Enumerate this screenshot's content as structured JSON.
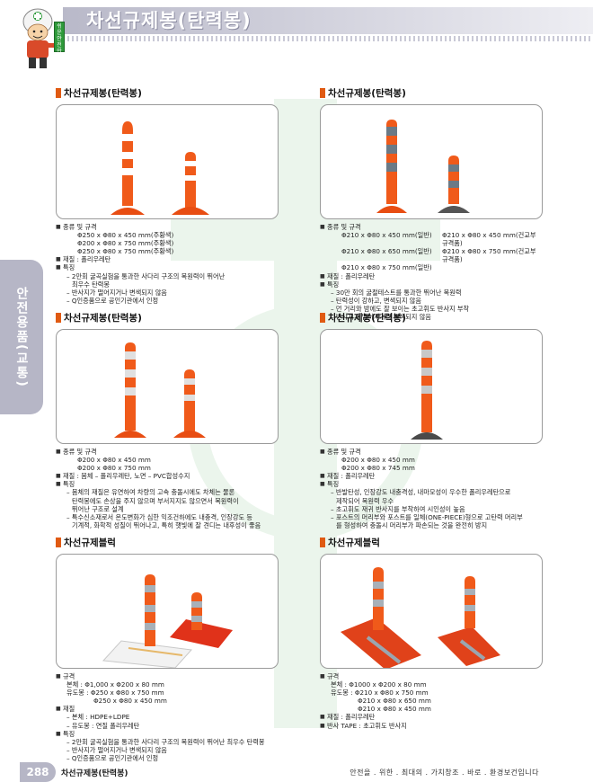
{
  "header": {
    "title": "차선규제봉(탄력봉)",
    "mascot_sign": "쉬운안전 만든안전"
  },
  "side_tab": {
    "label": "안전용품(교통)"
  },
  "sections": [
    {
      "title": "차선규제봉(탄력봉)",
      "specs": [
        {
          "t": "h",
          "v": "종류 및 규격"
        },
        {
          "t": "i",
          "v": "Φ250 x Φ80 x 450 mm(주황색)"
        },
        {
          "t": "i",
          "v": "Φ200 x Φ80 x 750 mm(주황색)"
        },
        {
          "t": "i",
          "v": "Φ250 x Φ80 x 750 mm(주황색)"
        },
        {
          "t": "h",
          "v": "재질 : 폴리우레탄"
        },
        {
          "t": "h",
          "v": "특징"
        },
        {
          "t": "d",
          "v": "– 2만회 굴곡실험을 통과한 사다리 구조의 복원력이 뛰어난"
        },
        {
          "t": "c",
          "v": "최우수 탄력봉"
        },
        {
          "t": "d",
          "v": "– 반사지가 떨어지거나 변색되지 않음"
        },
        {
          "t": "d",
          "v": "– Q인증품으로 공인기관에서 인정"
        }
      ]
    },
    {
      "title": "차선규제봉(탄력봉)",
      "specs": [
        {
          "t": "h",
          "v": "종류 및 규격"
        },
        {
          "t": "r",
          "a": "Φ210 x Φ80 x 450 mm(일반)",
          "b": "Φ210 x Φ80 x 450 mm(건교부 규격품)"
        },
        {
          "t": "r",
          "a": "Φ210 x Φ80 x 650 mm(일반)",
          "b": "Φ210 x Φ80 x 750 mm(건교부 규격품)"
        },
        {
          "t": "i",
          "v": "Φ210 x Φ80 x 750 mm(일반)"
        },
        {
          "t": "h",
          "v": "재질 : 폴리우레탄"
        },
        {
          "t": "h",
          "v": "특징"
        },
        {
          "t": "d",
          "v": "– 30만 회의 굴절테스트를 통과한 뛰어난 복원력"
        },
        {
          "t": "d",
          "v": "– 탄력성이 강하고, 변색되지 않음"
        },
        {
          "t": "d",
          "v": "– 먼 거리와 밤에도 잘 보이는 초고휘도 반사지 부착"
        },
        {
          "t": "d",
          "v": "– 반사지가 떨어지거나 변색되지 않음"
        }
      ]
    },
    {
      "title": "차선규제봉(탄력봉)",
      "specs": [
        {
          "t": "h",
          "v": "종류 및 규격"
        },
        {
          "t": "i",
          "v": "Φ200 x Φ80 x 450 mm"
        },
        {
          "t": "i",
          "v": "Φ200 x Φ80 x 750 mm"
        },
        {
          "t": "h",
          "v": "재질 : 몸체 – 폴리우레탄, 노면 – PVC합성수지"
        },
        {
          "t": "h",
          "v": "특징"
        },
        {
          "t": "d",
          "v": "– 몸체의 재질은 유연하여 차량의 고속 충돌시에도 차체는 물론"
        },
        {
          "t": "c",
          "v": "탄력봉에도 손상을 주지 않으며 부서지지도 않으면서 복원력이"
        },
        {
          "t": "c",
          "v": "뛰어난 구조로 설계"
        },
        {
          "t": "d",
          "v": "– 특수신소재로서 온도변화가 심한 익조건하에도 내충격, 인장강도 등"
        },
        {
          "t": "c",
          "v": "기계적, 화학적 성질이 뛰어나고, 특히 햇빛에 잘 견디는 내후성이 좋음"
        }
      ]
    },
    {
      "title": "차선규제봉(탄력봉)",
      "specs": [
        {
          "t": "h",
          "v": "종류 및 규격"
        },
        {
          "t": "i",
          "v": "Φ200 x Φ80 x 450 mm"
        },
        {
          "t": "i",
          "v": "Φ200 x Φ80 x 745 mm"
        },
        {
          "t": "h",
          "v": "재질 : 폴리우레탄"
        },
        {
          "t": "h",
          "v": "특징"
        },
        {
          "t": "d",
          "v": "– 반발탄성, 인장강도 내충격성, 내마모성이 우수한 폴리우레탄으로"
        },
        {
          "t": "c",
          "v": "제작되어 복원력 우수"
        },
        {
          "t": "d",
          "v": "– 초고휘도 재귀 반사지를 부착하여 시인성이 높음"
        },
        {
          "t": "d",
          "v": "– 포스트의 머리부와 포스트를 일체(ONE-PIECE)형으로 고탄력 머리부"
        },
        {
          "t": "c",
          "v": "를 형성하여 충돌시 머리부가 파손되는 것을 완전히 방지"
        }
      ]
    },
    {
      "title": "차선규제블럭",
      "specs": [
        {
          "t": "h",
          "v": "규격"
        },
        {
          "t": "d",
          "v": "본체 : Φ1,000 x Φ200 x 80 mm"
        },
        {
          "t": "d",
          "v": "유도봉 : Φ250 x Φ80 x 750 mm"
        },
        {
          "t": "i",
          "v": "Φ250 x Φ80 x 450 mm"
        },
        {
          "t": "h",
          "v": "재질"
        },
        {
          "t": "d",
          "v": "– 본체 : HDPE+LDPE"
        },
        {
          "t": "d",
          "v": "– 유도봉 : 연질 폴리우레탄"
        },
        {
          "t": "h",
          "v": "특징"
        },
        {
          "t": "d",
          "v": "– 2만회 굴곡실험을 통과한 사다리 구조의 복원력이 뛰어난 최우수 탄력봉"
        },
        {
          "t": "d",
          "v": "– 반사지가 떨어지거나 변색되지 않음"
        },
        {
          "t": "d",
          "v": "– Q인증품으로 공인기관에서 인정"
        }
      ]
    },
    {
      "title": "차선규제블럭",
      "specs": [
        {
          "t": "h",
          "v": "규격"
        },
        {
          "t": "d",
          "v": "본체 : Φ1000 x Φ200 x 80 mm"
        },
        {
          "t": "d",
          "v": "유도봉 : Φ210 x Φ80 x 750 mm"
        },
        {
          "t": "i",
          "v": "Φ210 x Φ80 x 650 mm"
        },
        {
          "t": "i",
          "v": "Φ210 x Φ80 x 450 mm"
        },
        {
          "t": "h",
          "v": "재질 : 폴리우레탄"
        },
        {
          "t": "h",
          "v": "반사 TAPE : 초고휘도 반사지"
        }
      ]
    }
  ],
  "footer": {
    "page_number": "288",
    "title": "차선규제봉(탄력봉)",
    "slogan": "안전을 . 위한 . 최대의 . 가치창조 . 바로 . 환경보건입니다"
  },
  "colors": {
    "accent": "#e05a12",
    "cone_orange": "#f05a1a",
    "tab_gray": "#b6b6c6"
  }
}
